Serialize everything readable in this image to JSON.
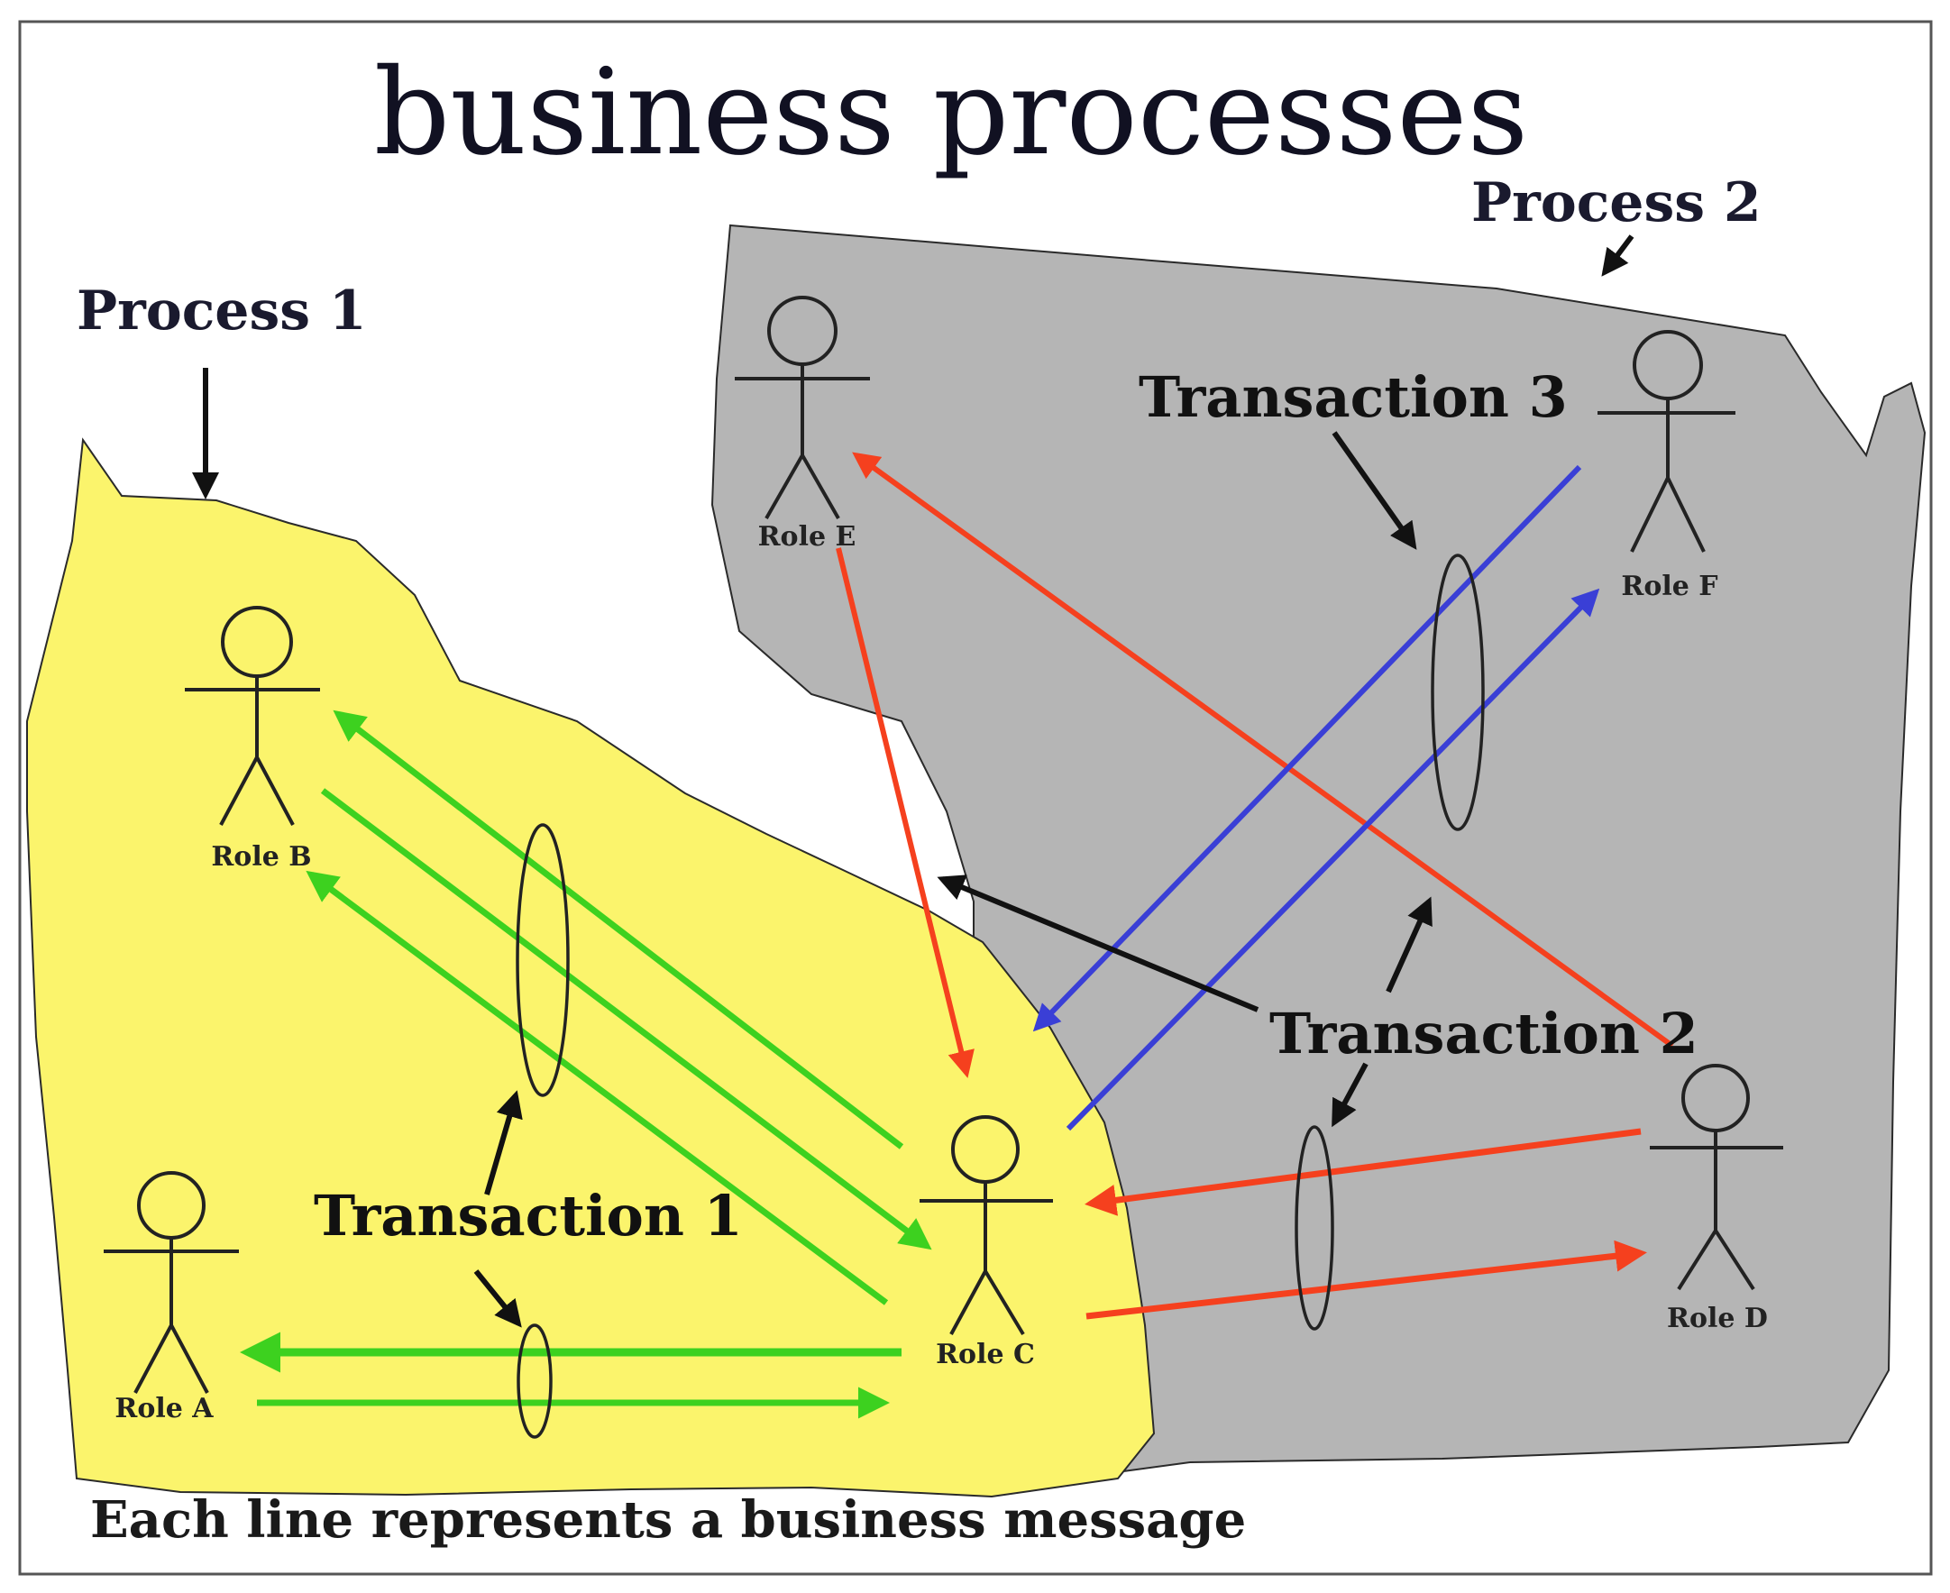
{
  "title": "business processes",
  "caption": "Each line represents a business message",
  "processes": [
    {
      "label": "Process 1",
      "fill": "#fbf46c"
    },
    {
      "label": "Process 2",
      "fill": "#b5b5b5"
    }
  ],
  "transactions": [
    "Transaction 1",
    "Transaction 2",
    "Transaction 3"
  ],
  "roles": [
    "Role A",
    "Role B",
    "Role C",
    "Role D",
    "Role E",
    "Role F"
  ],
  "colors": {
    "transaction_1": "#3dd11f",
    "transaction_2": "#f5401e",
    "transaction_3": "#3a3fd6",
    "pointer": "#111111"
  }
}
